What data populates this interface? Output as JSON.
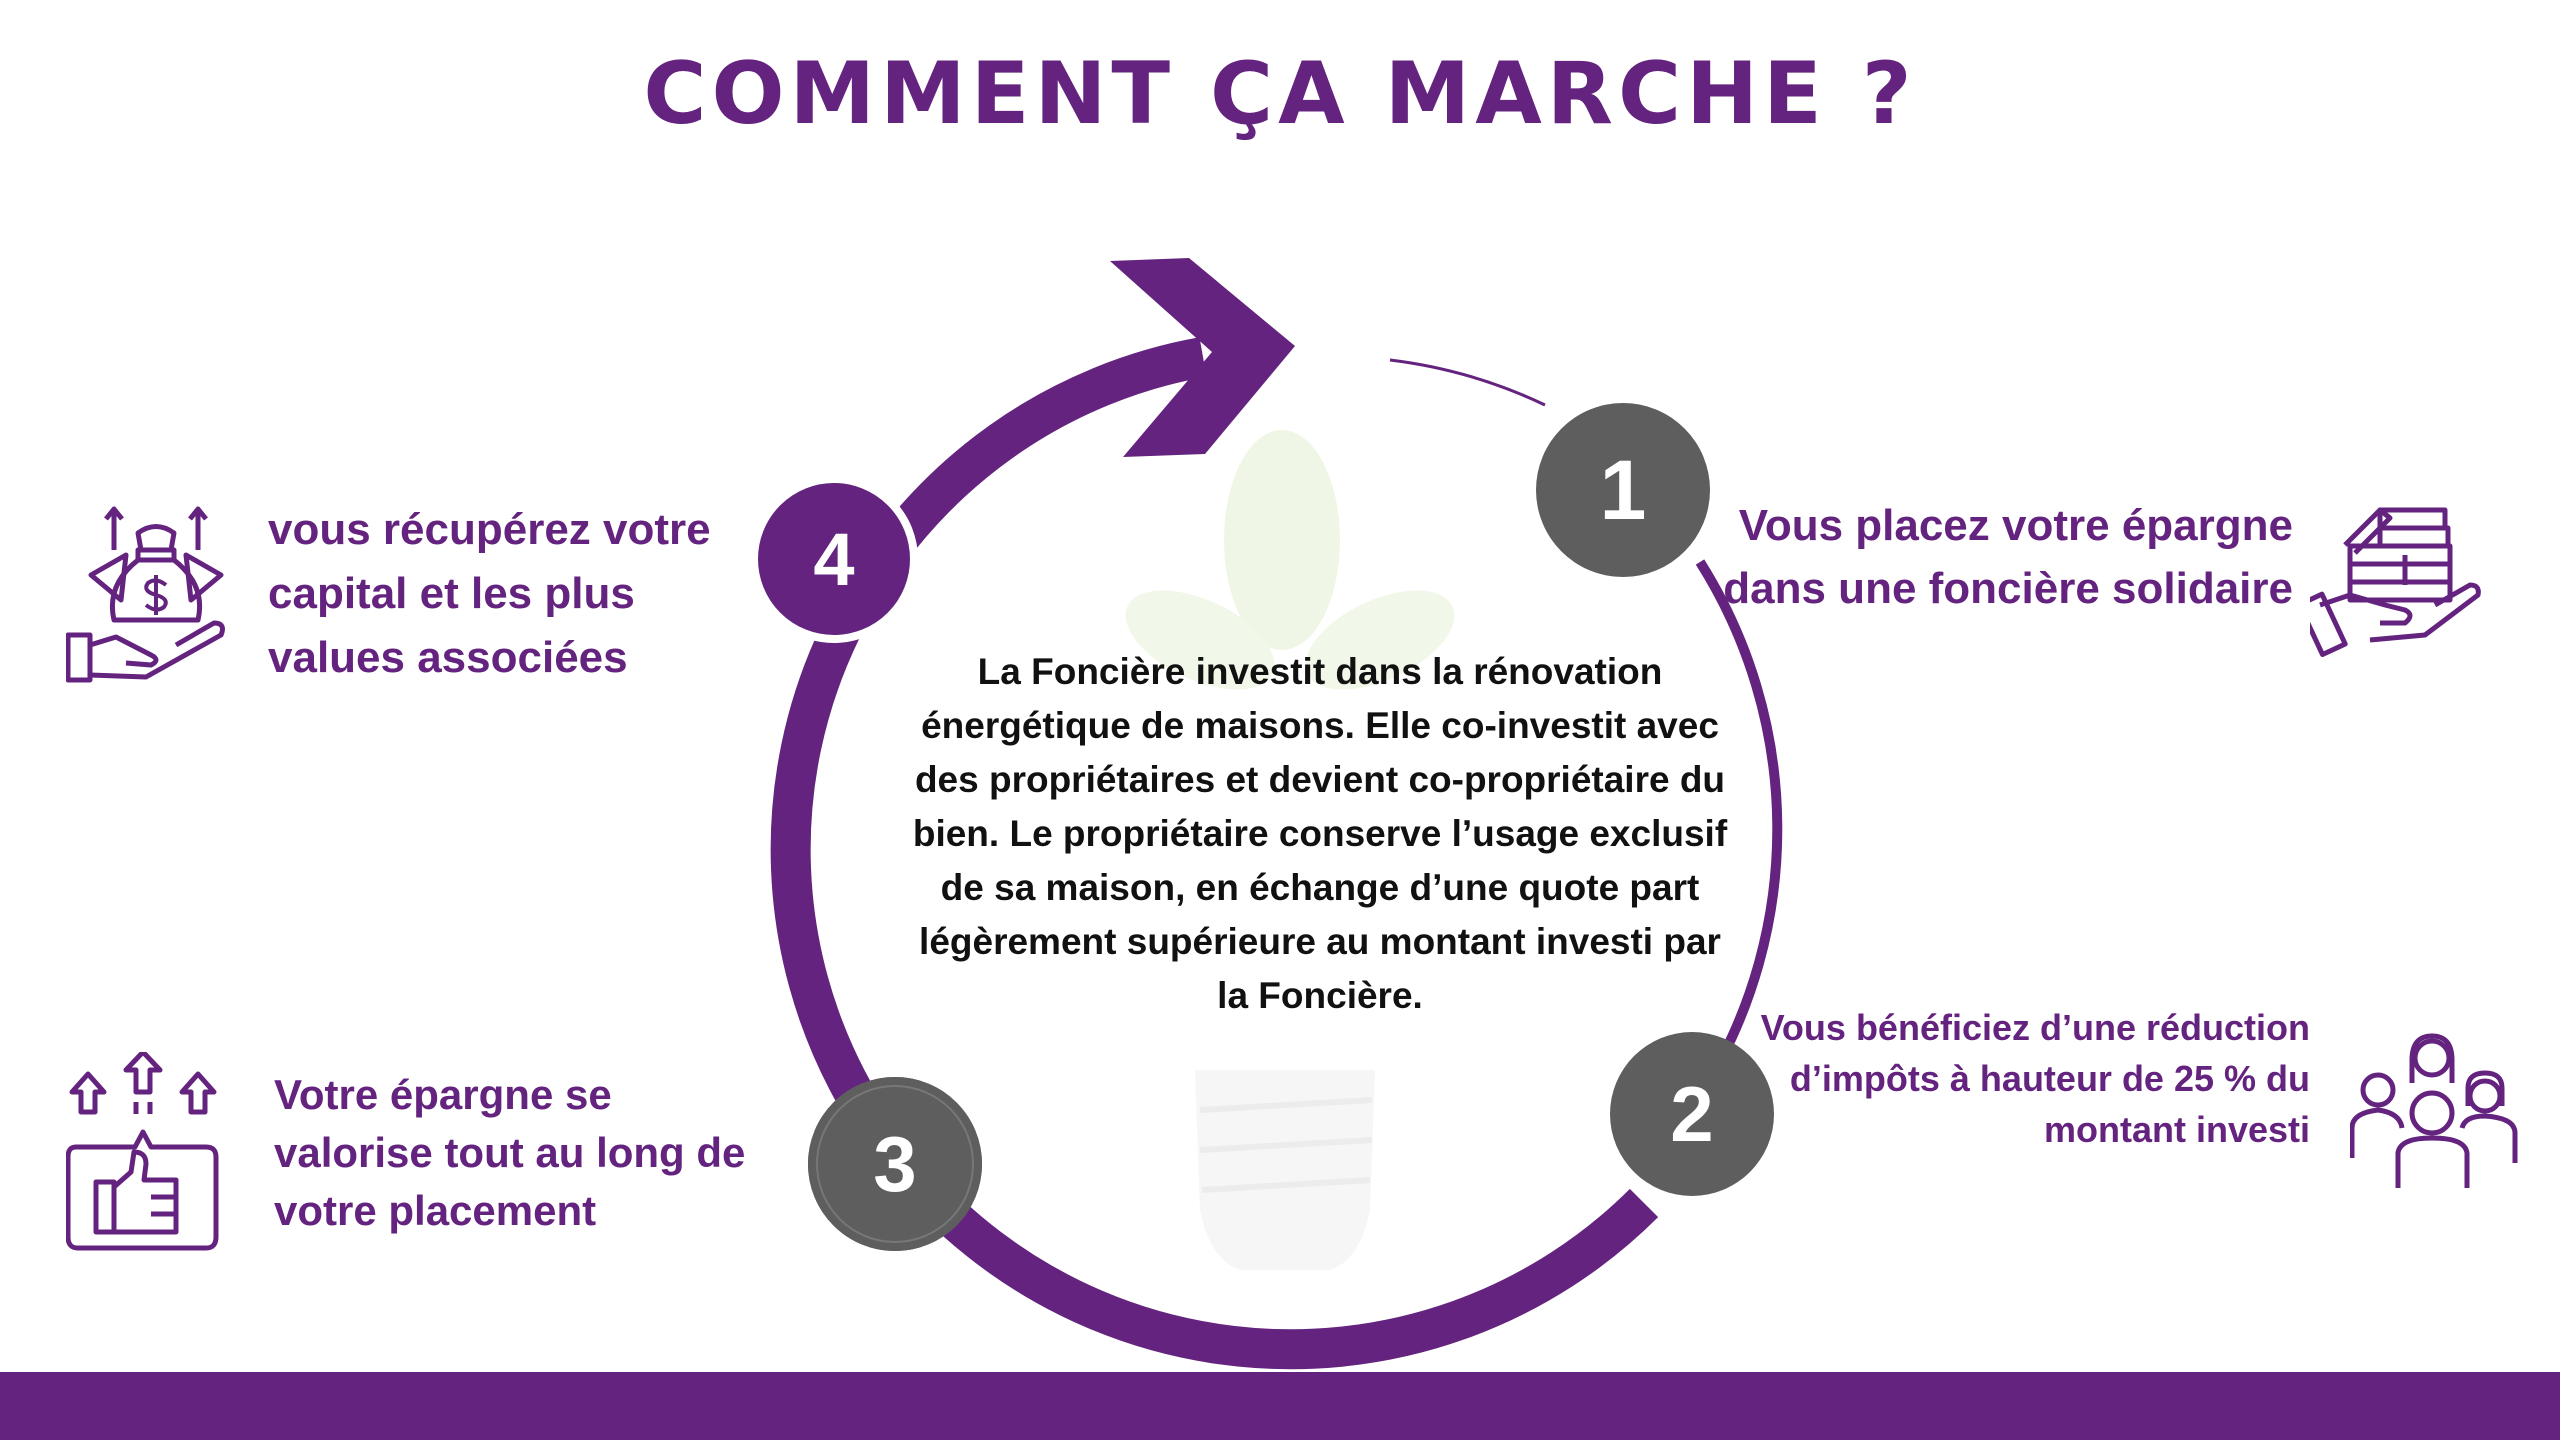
{
  "title": "COMMENT ÇA MARCHE ?",
  "colors": {
    "accent": "#63237e",
    "badge_gray": "#5e5e5e",
    "text": "#111111"
  },
  "center_text": "La Foncière investit dans la rénovation énergétique de maisons. Elle co-investit avec des propriétaires et devient co-propriétaire du bien. Le propriétaire conserve l’usage exclusif de sa maison, en échange d’une quote part légèrement supérieure au montant investi par la Foncière.",
  "steps": [
    {
      "number": "1",
      "text": "Vous placez votre épargne dans une foncière solidaire",
      "icon": "hand-holding-money-stack-icon"
    },
    {
      "number": "2",
      "text": "Vous bénéficiez d’une réduction d’impôts à hauteur de 25 % du montant investi",
      "icon": "group-of-people-icon"
    },
    {
      "number": "3",
      "text": "Votre épargne se valorise tout au long de votre placement",
      "icon": "thumbs-up-growth-icon"
    },
    {
      "number": "4",
      "text": "vous récupérez votre capital et les plus values associées",
      "icon": "hand-money-bag-icon"
    }
  ]
}
